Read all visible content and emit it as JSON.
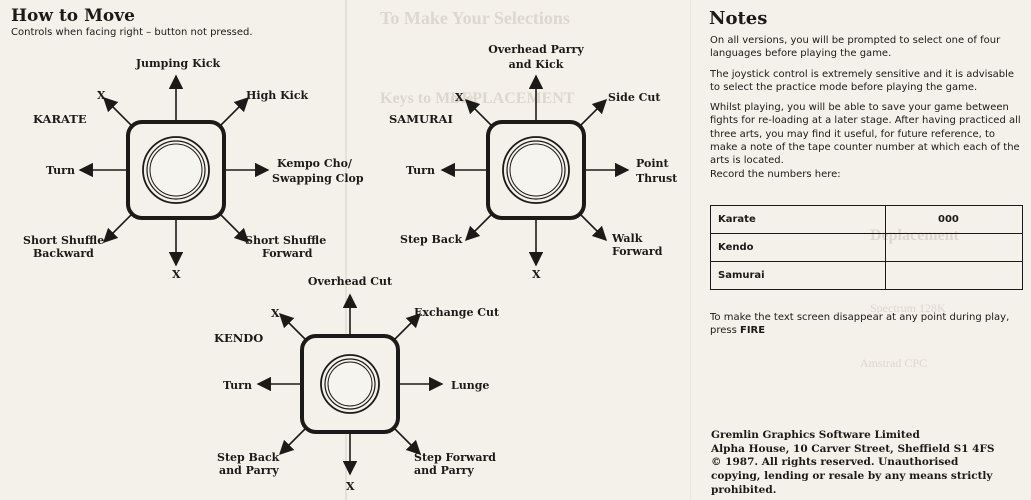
{
  "left": {
    "title": "How to Move",
    "subtitle": "Controls when facing right – button not pressed."
  },
  "karate": {
    "name": "KARATE",
    "up": "Jumping Kick",
    "upleft": "X",
    "upright": "High Kick",
    "left": "Turn",
    "right1": "Kempo Cho/",
    "right2": "Swapping Clop",
    "downleft1": "Short Shuffle",
    "downleft2": "Backward",
    "down": "X",
    "downright1": "Short Shuffle",
    "downright2": "Forward"
  },
  "samurai": {
    "name": "SAMURAI",
    "up1": "Overhead Parry",
    "up2": "and Kick",
    "upleft": "X",
    "upright": "Side Cut",
    "left": "Turn",
    "right1": "Point",
    "right2": "Thrust",
    "downleft": "Step Back",
    "down": "X",
    "downright1": "Walk",
    "downright2": "Forward"
  },
  "kendo": {
    "name": "KENDO",
    "up": "Overhead Cut",
    "upleft": "X",
    "upright": "Exchange Cut",
    "left": "Turn",
    "right": "Lunge",
    "downleft1": "Step Back",
    "downleft2": "and Parry",
    "down": "X",
    "downright1": "Step Forward",
    "downright2": "and Parry"
  },
  "notes": {
    "title": "Notes",
    "p1": "On all versions, you will be prompted to select one of four languages before playing the game.",
    "p2": "The joystick control is extremely sensitive and it is advisable to select the practice mode before playing the game.",
    "p3": "Whilst playing, you will be able to save your game between fights for re-loading at a later stage. After having practiced all three arts, you may find it useful, for future reference, to make a note of the tape counter number at which each of the arts is located.",
    "p4": "Record the numbers here:",
    "table": [
      {
        "art": "Karate",
        "value": "000"
      },
      {
        "art": "Kendo",
        "value": ""
      },
      {
        "art": "Samurai",
        "value": ""
      }
    ],
    "fire_text": "To make the text screen disappear at any point during play, press ",
    "fire_key": "FIRE"
  },
  "credits": {
    "l1": "Gremlin Graphics Software Limited",
    "l2": "Alpha House, 10 Carver Street, Sheffield S1 4FS",
    "l3": "© 1987. All rights reserved. Unauthorised",
    "l4": "copying, lending or resale by any means strictly",
    "l5": "prohibited."
  }
}
